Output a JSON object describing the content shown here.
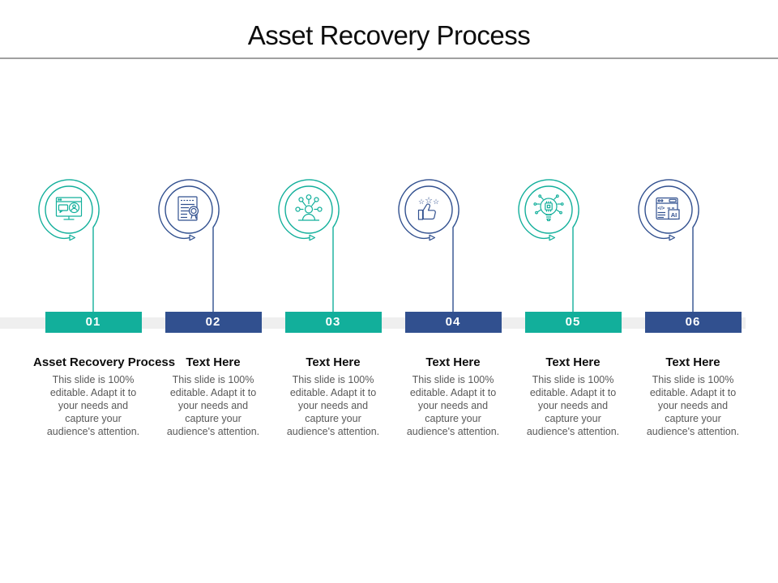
{
  "slide": {
    "title": "Asset Recovery Process",
    "colors": {
      "teal": "#12AF9B",
      "navy": "#31508F",
      "divider": "#A0A0A0",
      "band": "#EFEFEF",
      "heading_text": "#0D0D0D",
      "body_text": "#595959",
      "badge_text": "#FFFFFF"
    },
    "steps": [
      {
        "number": "01",
        "accent": "teal",
        "icon": "monitor-chat-icon",
        "heading": "Asset Recovery Process",
        "body": "This slide is 100%\neditable. Adapt it to\nyour needs and\ncapture your\naudience's attention."
      },
      {
        "number": "02",
        "accent": "navy",
        "icon": "certificate-document-icon",
        "heading": "Text Here",
        "body": "This slide is 100%\neditable. Adapt it to\nyour needs and\ncapture your\naudience's attention."
      },
      {
        "number": "03",
        "accent": "teal",
        "icon": "person-network-icon",
        "heading": "Text Here",
        "body": "This slide is 100%\neditable. Adapt it to\nyour needs and\ncapture your\naudience's attention."
      },
      {
        "number": "04",
        "accent": "navy",
        "icon": "thumbs-up-stars-icon",
        "heading": "Text Here",
        "body": "This slide is 100%\neditable. Adapt it to\nyour needs and\ncapture your\naudience's attention."
      },
      {
        "number": "05",
        "accent": "teal",
        "icon": "lightbulb-circuit-icon",
        "heading": "Text Here",
        "body": "This slide is 100%\neditable. Adapt it to\nyour needs and\ncapture your\naudience's attention."
      },
      {
        "number": "06",
        "accent": "navy",
        "icon": "ai-browser-icon",
        "heading": "Text Here",
        "body": "This slide is 100%\neditable. Adapt it to\nyour needs and\ncapture your\naudience's attention."
      }
    ]
  }
}
